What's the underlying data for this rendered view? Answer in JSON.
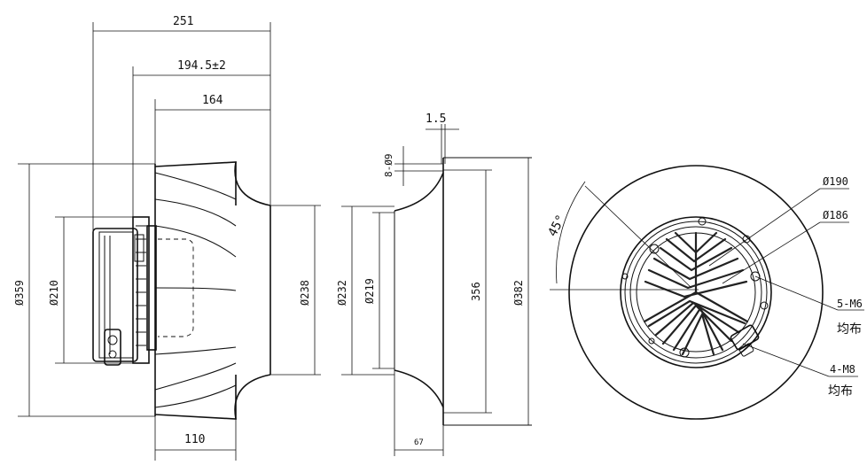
{
  "side_view": {
    "dim_251": "251",
    "dim_194": "194.5±2",
    "dim_164": "164",
    "dim_110": "110",
    "dia_359": "Ø359",
    "dia_210": "Ø210",
    "dia_238": "Ø238"
  },
  "section_view": {
    "dim_1_5": "1.5",
    "dim_8_9": "8-Ø9",
    "dim_67": "67",
    "dia_232": "Ø232",
    "dia_219": "Ø219",
    "dim_356": "356",
    "dia_382": "Ø382"
  },
  "front_view": {
    "angle_45": "45°",
    "dia_190": "Ø190",
    "dia_186": "Ø186",
    "bolt_5m6": "5-M6",
    "bolt_5m6_note": "均布",
    "bolt_4m8": "4-M8",
    "bolt_4m8_note": "均布"
  }
}
